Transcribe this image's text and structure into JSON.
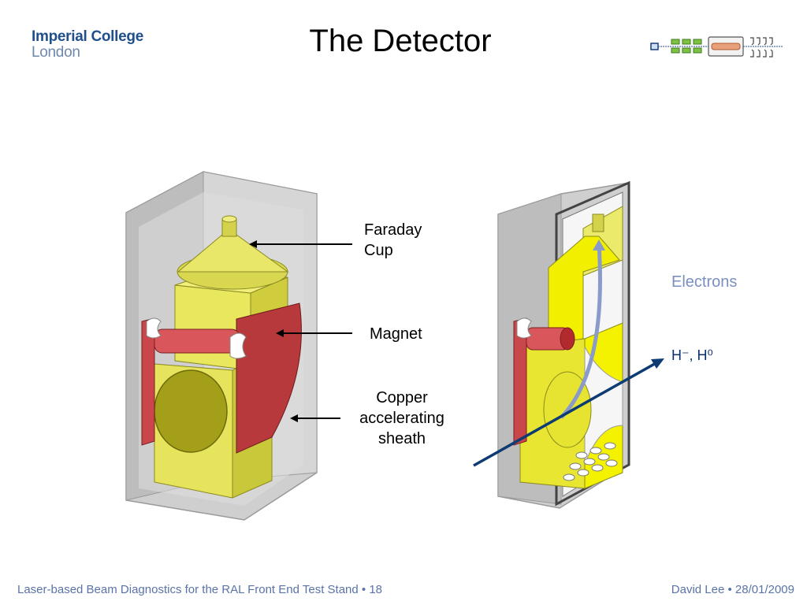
{
  "header": {
    "logo_line1": "Imperial College",
    "logo_line2": "London",
    "title": "The Detector"
  },
  "labels": {
    "faraday_1": "Faraday",
    "faraday_2": "Cup",
    "magnet": "Magnet",
    "copper_1": "Copper",
    "copper_2": "accelerating",
    "copper_3": "sheath",
    "electrons": "Electrons",
    "beam": "H⁻, H⁰"
  },
  "footer": {
    "left": "Laser-based Beam Diagnostics for the RAL Front End Test Stand • 18",
    "right": "David Lee • 28/01/2009"
  },
  "colors": {
    "logo_blue": "#1f4f8c",
    "title_text": "#000000",
    "footer_text": "#5a73a8",
    "electrons_text": "#7a8fc0",
    "beam_arrow": "#0d3b73",
    "detector_yellow": "#e8e65a",
    "magnet_red": "#c9474a",
    "housing_grey": "#c8c8c8"
  },
  "icons": [
    "beamline-pipeline-icon"
  ]
}
